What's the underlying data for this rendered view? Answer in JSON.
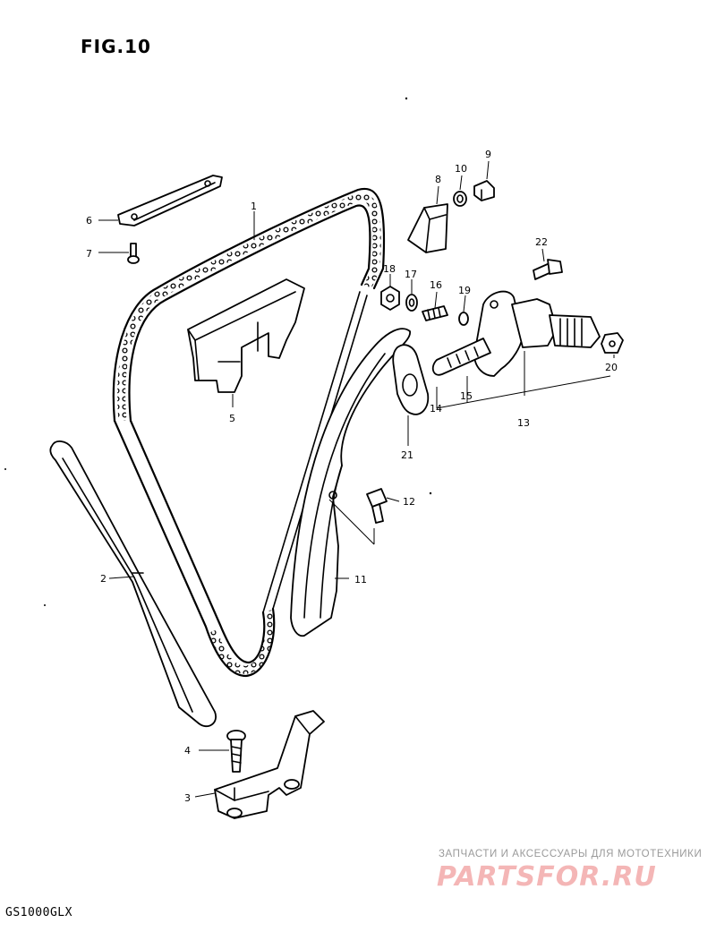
{
  "figure": {
    "title": "FIG.10",
    "model": "GS1000GLX"
  },
  "watermark": {
    "tagline": "ЗАПЧАСТИ И АКСЕССУАРЫ ДЛЯ МОТОТЕХНИКИ",
    "logo": "PARTSFOR.RU",
    "color": "#f4b6b6"
  },
  "callouts": [
    {
      "id": "1",
      "part": "chain"
    },
    {
      "id": "2",
      "part": "rear-chain-guide"
    },
    {
      "id": "3",
      "part": "guide-holder"
    },
    {
      "id": "4",
      "part": "guide-holder-bolt"
    },
    {
      "id": "5",
      "part": "top-chain-guide"
    },
    {
      "id": "6",
      "part": "guide-plate"
    },
    {
      "id": "7",
      "part": "plate-screw"
    },
    {
      "id": "8",
      "part": "cover"
    },
    {
      "id": "9",
      "part": "bolt"
    },
    {
      "id": "10",
      "part": "washer"
    },
    {
      "id": "11",
      "part": "tension-guide"
    },
    {
      "id": "12",
      "part": "tension-guide-bolt"
    },
    {
      "id": "13",
      "part": "tensioner-assembly"
    },
    {
      "id": "14",
      "part": "push-rod"
    },
    {
      "id": "15",
      "part": "spring"
    },
    {
      "id": "16",
      "part": "stopper-screw"
    },
    {
      "id": "17",
      "part": "washer"
    },
    {
      "id": "18",
      "part": "nut"
    },
    {
      "id": "19",
      "part": "o-ring"
    },
    {
      "id": "20",
      "part": "cap-bolt"
    },
    {
      "id": "21",
      "part": "gasket"
    },
    {
      "id": "22",
      "part": "tensioner-bolt"
    }
  ]
}
